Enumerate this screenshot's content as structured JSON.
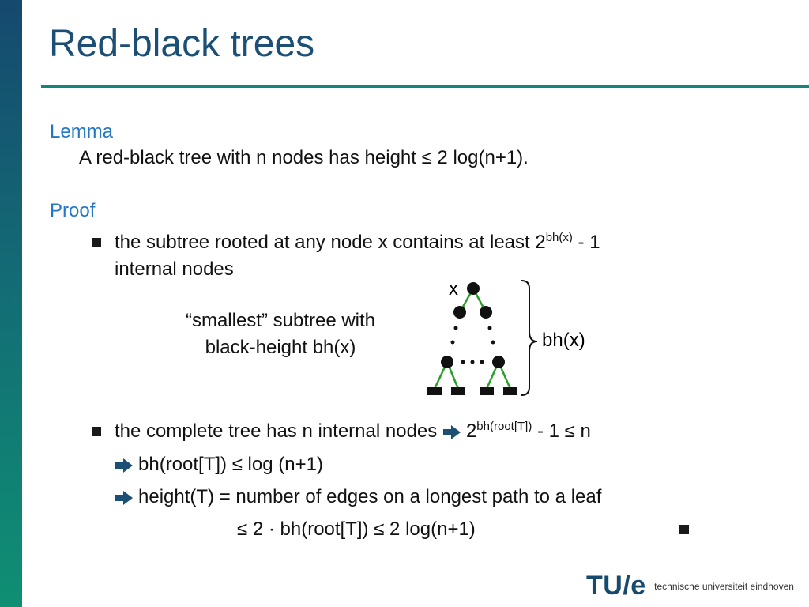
{
  "slide": {
    "title": "Red-black trees"
  },
  "lemma": {
    "heading": "Lemma",
    "statement": "A red-black tree with n nodes has height  ≤ 2 log(n+1)."
  },
  "proof": {
    "heading": "Proof",
    "bullet1": {
      "text": "the subtree rooted at any node x contains at least 2",
      "sup": "bh(x)",
      "tail": " - 1",
      "line2": "internal nodes"
    },
    "caption": {
      "line1": "“smallest” subtree with",
      "line2": "black-height bh(x)"
    },
    "diagram": {
      "node_label": "x",
      "height_label": "bh(x)"
    },
    "bullet2": {
      "text": "the complete tree has n internal nodes",
      "rhs": "2",
      "sup": "bh(root[T])",
      "tail": " - 1 ≤ n"
    },
    "sub1": "bh(root[T]) ≤  log (n+1)",
    "sub2": "height(T) = number of edges on a longest path to a leaf",
    "final": "≤   2 · bh(root[T])   ≤   2 log(n+1)"
  },
  "footer": {
    "logo": "TU/e",
    "institution": "technische universiteit eindhoven"
  },
  "colors": {
    "title": "#1b4f76",
    "heading": "#2477c5",
    "rule": "#15857b",
    "edge": "#2a9d2a"
  }
}
